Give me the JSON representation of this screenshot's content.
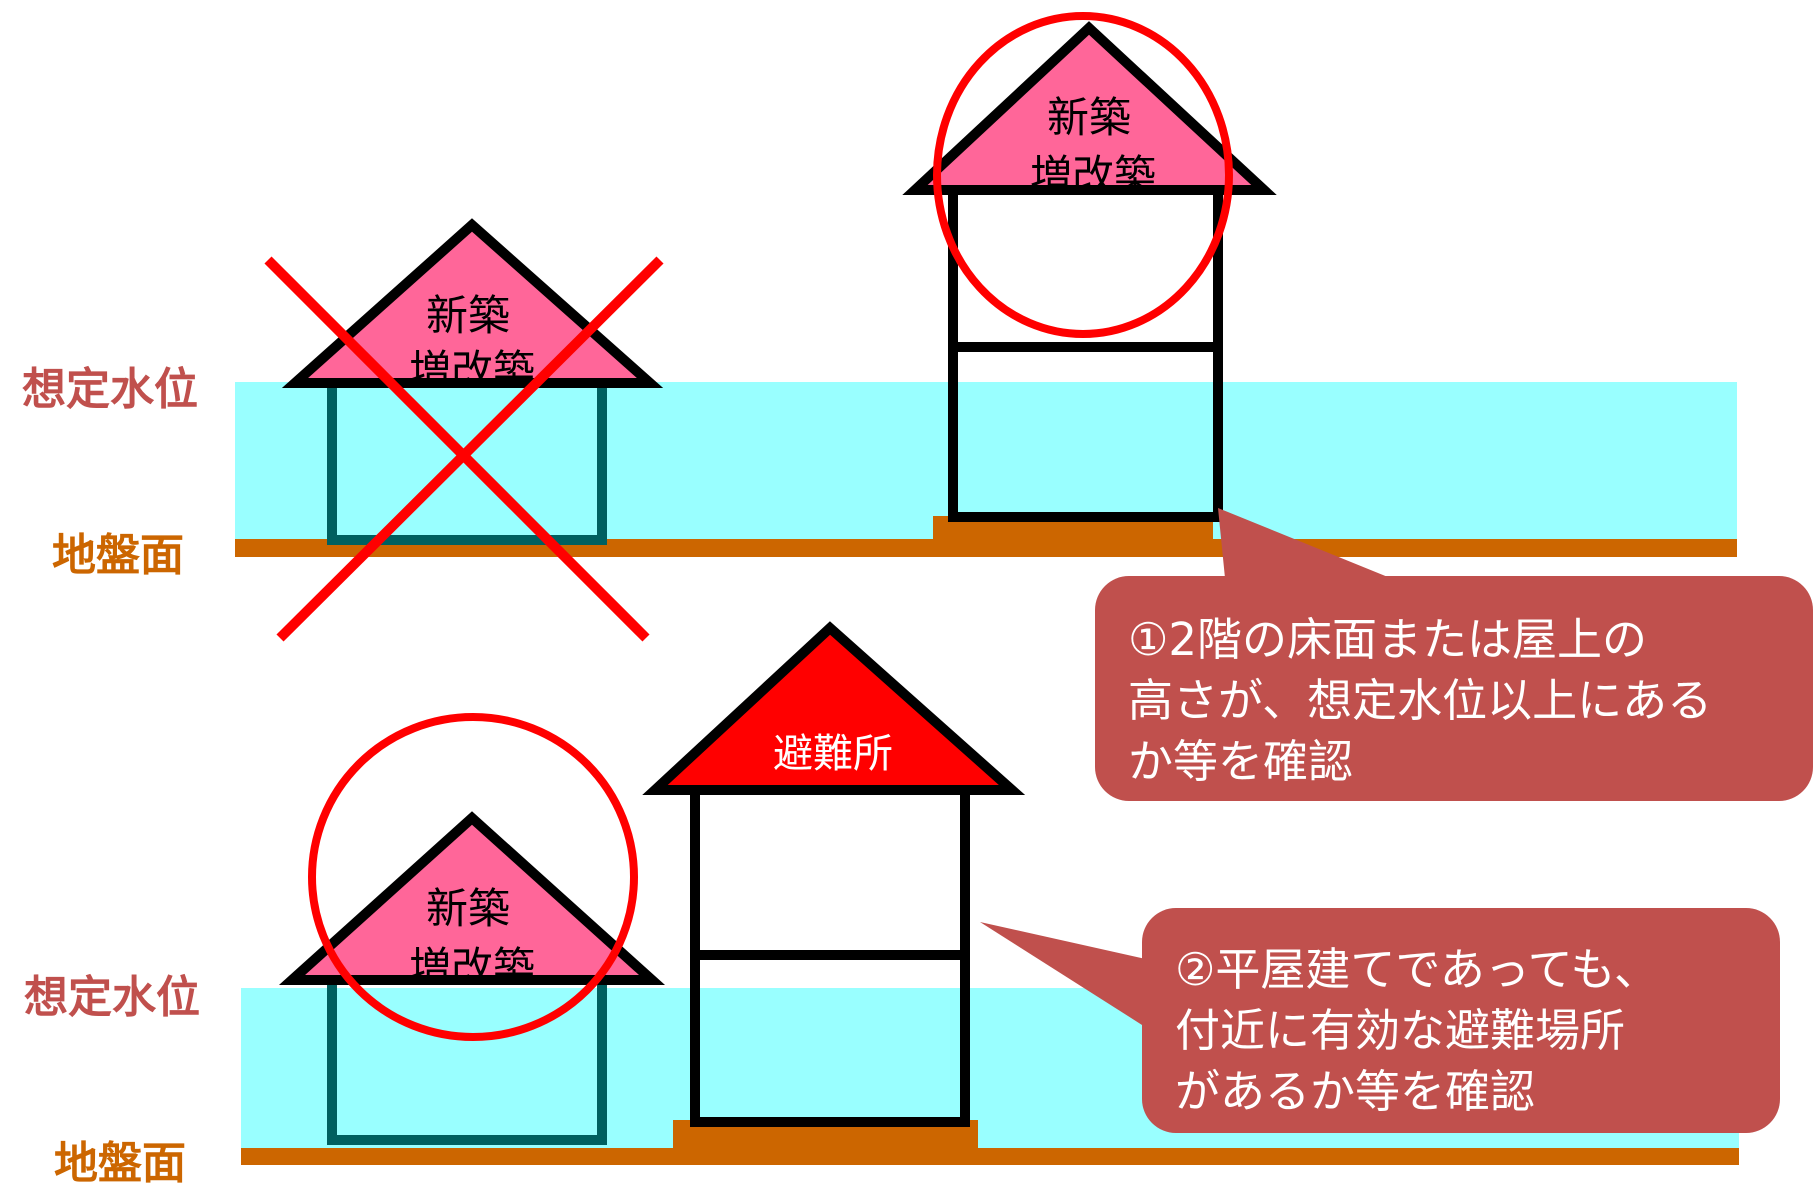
{
  "colors": {
    "water": "#99ffff",
    "ground": "#cc6600",
    "water_label": "#c0504d",
    "ground_label": "#cc6600",
    "house_roof": "#ff6699",
    "shelter_roof": "#ff0000",
    "flooded_frame": "#006060",
    "mark": "#ff0000",
    "callout": "#c0504d"
  },
  "icons": [
    "cross-mark-icon",
    "ok-circle-icon"
  ],
  "top_panel": {
    "water_level_label": "想定水位",
    "ground_label": "地盤面",
    "house_ng": {
      "roof_line1": "新築",
      "roof_line2": "増改築"
    },
    "house_ok": {
      "roof_line1": "新築",
      "roof_line2": "増改築"
    },
    "callout": {
      "line1": "①2階の床面または屋上の",
      "line2": "高さが、想定水位以上にある",
      "line3": "か等を確認"
    }
  },
  "bottom_panel": {
    "water_level_label": "想定水位",
    "ground_label": "地盤面",
    "house": {
      "roof_line1": "新築",
      "roof_line2": "増改築"
    },
    "shelter": {
      "roof_label": "避難所"
    },
    "callout": {
      "line1": "②平屋建てであっても、",
      "line2": "付近に有効な避難場所",
      "line3": "があるか等を確認"
    }
  }
}
